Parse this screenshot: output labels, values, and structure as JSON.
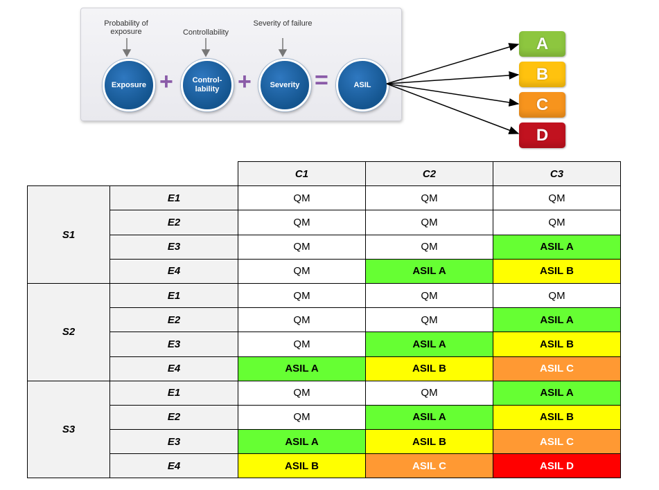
{
  "diagram": {
    "captions": {
      "exposure": "Probability of exposure",
      "controllability": "Controllability",
      "severity": "Severity of failure"
    },
    "nodes": {
      "exposure": "Exposure",
      "controllability_l1": "Control-",
      "controllability_l2": "lability",
      "severity": "Severity",
      "asil": "ASIL"
    },
    "operators": {
      "plus1": "+",
      "plus2": "+",
      "equals": "="
    },
    "levels": [
      {
        "label": "A",
        "color": "#8dc63f"
      },
      {
        "label": "B",
        "color": "#ffc20e"
      },
      {
        "label": "C",
        "color": "#f7941d"
      },
      {
        "label": "D",
        "color": "#c1121f"
      }
    ]
  },
  "table": {
    "columns": [
      "C1",
      "C2",
      "C3"
    ],
    "groups": [
      {
        "label": "S1",
        "rows": [
          {
            "e": "E1",
            "cells": [
              "QM",
              "QM",
              "QM"
            ]
          },
          {
            "e": "E2",
            "cells": [
              "QM",
              "QM",
              "QM"
            ]
          },
          {
            "e": "E3",
            "cells": [
              "QM",
              "QM",
              "ASIL A"
            ]
          },
          {
            "e": "E4",
            "cells": [
              "QM",
              "ASIL A",
              "ASIL B"
            ]
          }
        ]
      },
      {
        "label": "S2",
        "rows": [
          {
            "e": "E1",
            "cells": [
              "QM",
              "QM",
              "QM"
            ]
          },
          {
            "e": "E2",
            "cells": [
              "QM",
              "QM",
              "ASIL A"
            ]
          },
          {
            "e": "E3",
            "cells": [
              "QM",
              "ASIL A",
              "ASIL B"
            ]
          },
          {
            "e": "E4",
            "cells": [
              "ASIL A",
              "ASIL B",
              "ASIL C"
            ]
          }
        ]
      },
      {
        "label": "S3",
        "rows": [
          {
            "e": "E1",
            "cells": [
              "QM",
              "QM",
              "ASIL A"
            ]
          },
          {
            "e": "E2",
            "cells": [
              "QM",
              "ASIL A",
              "ASIL B"
            ]
          },
          {
            "e": "E3",
            "cells": [
              "ASIL A",
              "ASIL B",
              "ASIL C"
            ]
          },
          {
            "e": "E4",
            "cells": [
              "ASIL B",
              "ASIL C",
              "ASIL D"
            ]
          }
        ]
      }
    ],
    "cell_colors": {
      "QM": "#ffffff",
      "ASIL A": "#66ff33",
      "ASIL B": "#ffff00",
      "ASIL C": "#ff9933",
      "ASIL D": "#ff0000"
    }
  }
}
